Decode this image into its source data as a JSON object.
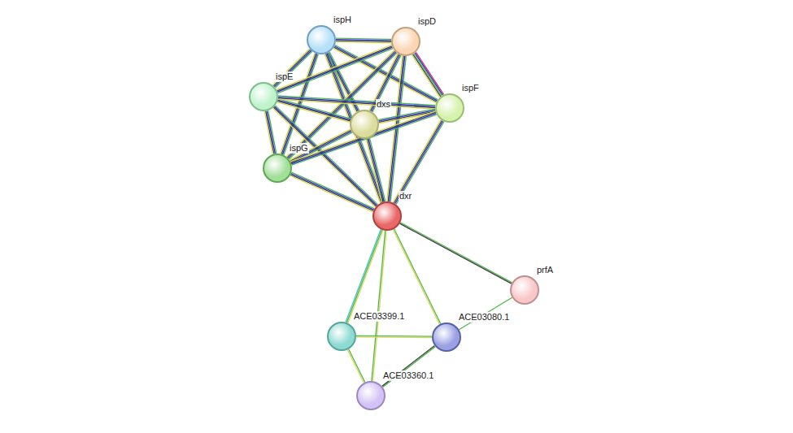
{
  "diagram": {
    "nodes": [
      {
        "text": [
          "ispH"
        ]
      },
      {
        "text": [
          "ispD"
        ]
      },
      {
        "text": [
          "ispE"
        ]
      },
      {
        "text": [
          "dxs"
        ]
      },
      {
        "text": [
          "ispF"
        ]
      },
      {
        "text": [
          "ispG"
        ]
      },
      {
        "text": [
          "dxr"
        ]
      },
      {
        "text": [
          "prfA"
        ]
      },
      {
        "text": [
          "ACE03399.1"
        ]
      },
      {
        "text": [
          "ACE03080.1"
        ]
      },
      {
        "text": [
          "ACE03360.1"
        ]
      }
    ],
    "edges": [
      {
        "from": 0,
        "to": 1,
        "arrow": "none"
      },
      {
        "from": 0,
        "to": 2,
        "arrow": "none"
      },
      {
        "from": 0,
        "to": 3,
        "arrow": "none"
      },
      {
        "from": 0,
        "to": 4,
        "arrow": "none"
      },
      {
        "from": 0,
        "to": 5,
        "arrow": "none"
      },
      {
        "from": 0,
        "to": 6,
        "arrow": "none"
      },
      {
        "from": 1,
        "to": 2,
        "arrow": "none"
      },
      {
        "from": 1,
        "to": 3,
        "arrow": "none"
      },
      {
        "from": 1,
        "to": 4,
        "arrow": "none"
      },
      {
        "from": 1,
        "to": 5,
        "arrow": "none"
      },
      {
        "from": 1,
        "to": 6,
        "arrow": "none"
      },
      {
        "from": 2,
        "to": 3,
        "arrow": "none"
      },
      {
        "from": 2,
        "to": 4,
        "arrow": "none"
      },
      {
        "from": 2,
        "to": 5,
        "arrow": "none"
      },
      {
        "from": 2,
        "to": 6,
        "arrow": "none"
      },
      {
        "from": 3,
        "to": 4,
        "arrow": "none"
      },
      {
        "from": 3,
        "to": 5,
        "arrow": "none"
      },
      {
        "from": 3,
        "to": 6,
        "arrow": "none"
      },
      {
        "from": 4,
        "to": 5,
        "arrow": "none"
      },
      {
        "from": 4,
        "to": 6,
        "arrow": "none"
      },
      {
        "from": 5,
        "to": 6,
        "arrow": "none"
      },
      {
        "from": 6,
        "to": 7,
        "arrow": "none"
      },
      {
        "from": 6,
        "to": 8,
        "arrow": "none"
      },
      {
        "from": 6,
        "to": 9,
        "arrow": "none"
      },
      {
        "from": 6,
        "to": 10,
        "arrow": "none"
      },
      {
        "from": 8,
        "to": 9,
        "arrow": "none"
      },
      {
        "from": 8,
        "to": 10,
        "arrow": "none"
      },
      {
        "from": 9,
        "to": 10,
        "arrow": "none"
      },
      {
        "from": 7,
        "to": 9,
        "arrow": "none"
      }
    ]
  }
}
